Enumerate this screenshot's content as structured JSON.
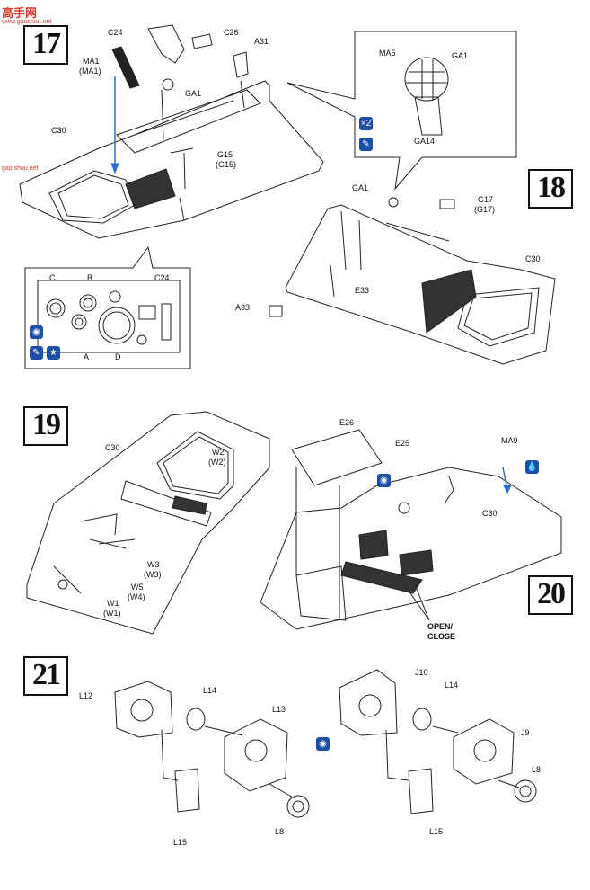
{
  "watermark": {
    "site": "高手网",
    "url": "www.gaoshou.net",
    "side_url": "gao.shou.net"
  },
  "steps": {
    "s17": "17",
    "s18": "18",
    "s19": "19",
    "s20": "20",
    "s21": "21"
  },
  "step17": {
    "c24": "C24",
    "c26": "C26",
    "a31": "A31",
    "ma1": "MA1",
    "ma1b": "(MA1)",
    "ga1": "GA1",
    "c30": "C30",
    "g15": "G15",
    "g15b": "(G15)"
  },
  "detail17": {
    "c": "C",
    "b": "B",
    "a": "A",
    "d": "D",
    "c24": "C24"
  },
  "detail18": {
    "ma5": "MA5",
    "ga1": "GA1",
    "ga14": "GA14",
    "x2": "×2"
  },
  "step18": {
    "ga1": "GA1",
    "g17": "G17",
    "g17b": "(G17)",
    "e33": "E33",
    "a33": "A33",
    "c30": "C30"
  },
  "step19": {
    "c30": "C30",
    "w2": "W2",
    "w2b": "(W2)",
    "w3": "W3",
    "w3b": "(W3)",
    "w5": "W5",
    "w4b": "(W4)",
    "w1": "W1",
    "w1b": "(W1)"
  },
  "step20": {
    "e26": "E26",
    "e25": "E25",
    "ma9": "MA9",
    "c30": "C30",
    "open": "OPEN/",
    "close": "CLOSE"
  },
  "step21": {
    "l12": "L12",
    "l14a": "L14",
    "l13": "L13",
    "l15a": "L15",
    "l8a": "L8",
    "j10": "J10",
    "l14b": "L14",
    "j9": "J9",
    "l8b": "L8",
    "l15b": "L15"
  }
}
